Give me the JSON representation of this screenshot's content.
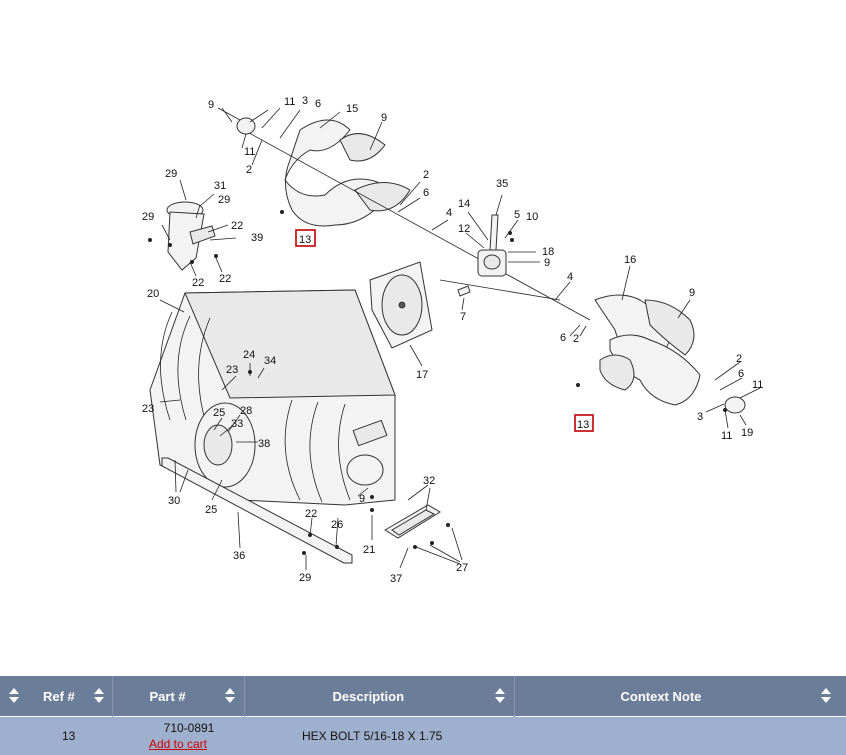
{
  "diagram": {
    "labels": {
      "l9a": "9",
      "l11a": "11",
      "l3a": "3",
      "l6a": "6",
      "l15": "15",
      "l9b": "9",
      "l11b": "11",
      "l2a": "2",
      "l2b": "2",
      "l6b": "6",
      "l35": "35",
      "l14": "14",
      "l5": "5",
      "l10": "10",
      "l4a": "4",
      "l12": "12",
      "l18": "18",
      "l9c": "9",
      "l29a": "29",
      "l31": "31",
      "l29b": "29",
      "l29c": "29",
      "l22a": "22",
      "l39": "39",
      "l22b": "22",
      "l22c": "22",
      "l13a": "13",
      "l20": "20",
      "l17": "17",
      "l7": "7",
      "l4b": "4",
      "l16": "16",
      "l9d": "9",
      "l6c": "6",
      "l2c": "2",
      "l2d": "2",
      "l6d": "6",
      "l11c": "11",
      "l3b": "3",
      "l11d": "11",
      "l19": "19",
      "l13b": "13",
      "l24": "24",
      "l34": "34",
      "l23a": "23",
      "l23b": "23",
      "l25a": "25",
      "l28": "28",
      "l33": "33",
      "l38": "38",
      "l30": "30",
      "l25b": "25",
      "l36": "36",
      "l22d": "22",
      "l26": "26",
      "l29d": "29",
      "l9e": "9",
      "l32": "32",
      "l21": "21",
      "l37": "37",
      "l27": "27"
    }
  },
  "table": {
    "headers": {
      "ref": "Ref #",
      "part": "Part #",
      "description": "Description",
      "context": "Context Note"
    },
    "rows": [
      {
        "ref": "13",
        "part": "710-0891",
        "add_to_cart": "Add to cart",
        "description": "HEX BOLT 5/16-18 X 1.75",
        "context": ""
      }
    ]
  }
}
